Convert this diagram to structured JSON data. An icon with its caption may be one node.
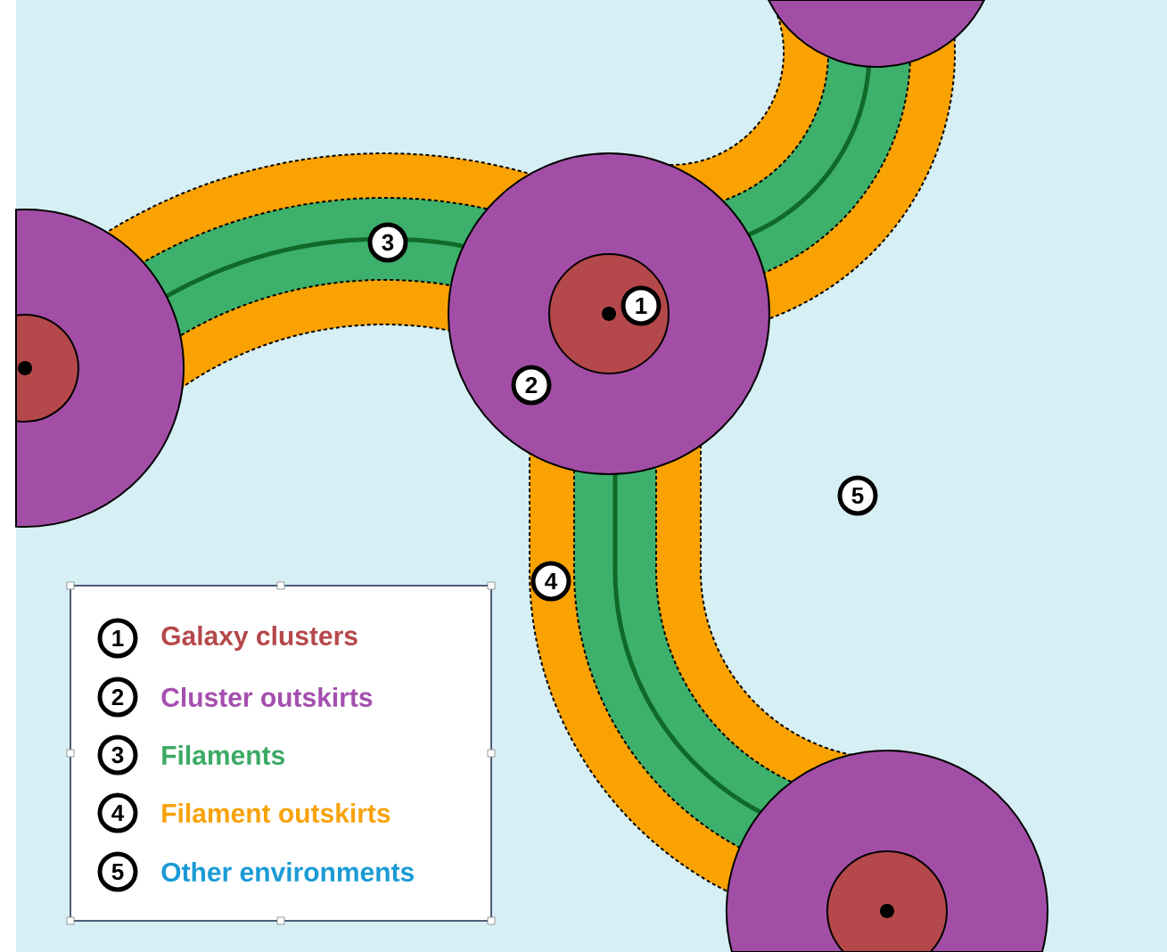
{
  "diagram": {
    "labels": [
      "3",
      "1",
      "2",
      "5",
      "4",
      "1",
      "2",
      "3",
      "4",
      "5"
    ],
    "legend": [
      {
        "text": "Galaxy clusters"
      },
      {
        "text": "Cluster outskirts"
      },
      {
        "text": "Filaments"
      },
      {
        "text": "Filament outskirts"
      },
      {
        "text": "Other environments"
      }
    ]
  }
}
